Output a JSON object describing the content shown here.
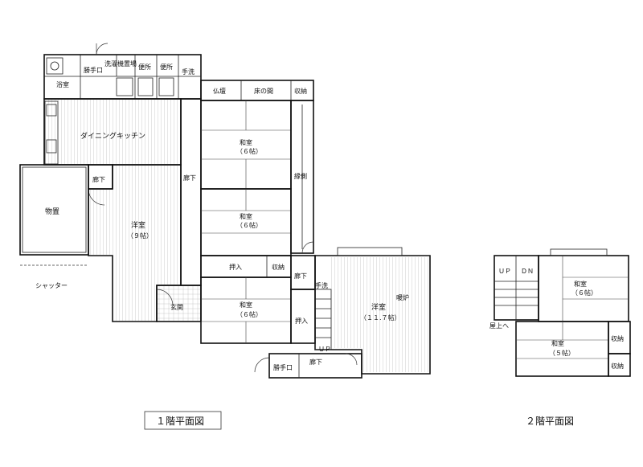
{
  "floor1": {
    "caption": "１階平面図",
    "rooms": {
      "bath": "浴室",
      "kitchen_door": "勝手口",
      "laundry": "洗濯機置場",
      "toilet_a": "便所",
      "toilet_b": "便所",
      "handwash": "手洗",
      "butsudan": "仏壇",
      "tokonoma": "床の間",
      "closet_a": "収納",
      "dining_kitchen": "ダイニングキッチン",
      "washitsu_a": "和室",
      "washitsu_a_size": "（６帖）",
      "corridor_a": "廊下",
      "corridor_b": "廊下",
      "engawa": "縁側",
      "storage": "物置",
      "shutter": "シャッター",
      "youshitsu_a": "洋室",
      "youshitsu_a_size": "（９帖）",
      "washitsu_b": "和室",
      "washitsu_b_size": "（６帖）",
      "oshiire_a": "押入",
      "closet_b": "収納",
      "corridor_c": "廊下",
      "handwash_b": "手洗",
      "fireplace": "暖炉",
      "entrance": "玄関",
      "washitsu_c": "和室",
      "washitsu_c_size": "（６帖）",
      "oshiire_b": "押入",
      "youshitsu_b": "洋室",
      "youshitsu_b_size": "（１１.７帖）",
      "up": "ＵＰ",
      "kitchen_door_b": "勝手口",
      "corridor_d": "廊下"
    }
  },
  "floor2": {
    "caption": "２階平面図",
    "rooms": {
      "up": "ＵＰ",
      "dn": "ＤＮ",
      "washitsu_a": "和室",
      "washitsu_a_size": "（６帖）",
      "roof": "屋上へ",
      "washitsu_b": "和室",
      "washitsu_b_size": "（５帖）",
      "closet_a": "収納",
      "closet_b": "収納"
    }
  }
}
